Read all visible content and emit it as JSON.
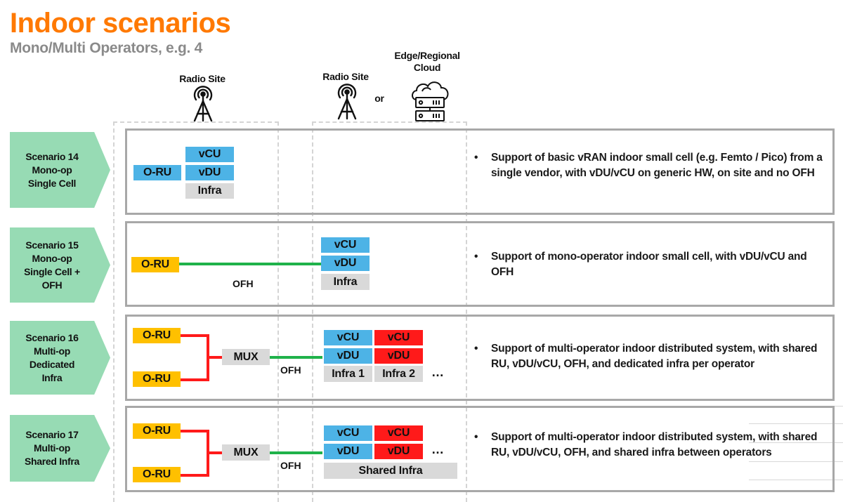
{
  "title": "Indoor scenarios",
  "subtitle": "Mono/Multi Operators, e.g. 4",
  "columns": {
    "radio_site_1": "Radio Site",
    "radio_site_2": "Radio Site",
    "or": "or",
    "edge_cloud": "Edge/Regional Cloud"
  },
  "icons": {
    "radio_tower": "radio-tower-icon",
    "cloud_server": "cloud-server-icon"
  },
  "colors": {
    "title": "#ff7900",
    "subtitle": "#8a8a8a",
    "scenario_tag": "#97dbb4",
    "operator_1": "#4db3e6",
    "operator_2": "#ff1a1a",
    "oru": "#ffc000",
    "infra": "#d9d9d9",
    "ofh_link": "#1fb24a",
    "ru_link": "#ff1a1a"
  },
  "scenarios": [
    {
      "tag_line1": "Scenario 14",
      "tag_line2": "Mono-op",
      "tag_line3": "Single Cell",
      "oru": "O-RU",
      "vcu": "vCU",
      "vdu": "vDU",
      "infra": "Infra",
      "description": "Support of basic vRAN indoor small cell (e.g. Femto / Pico) from a single vendor, with vDU/vCU on generic HW, on site and no OFH"
    },
    {
      "tag_line1": "Scenario 15",
      "tag_line2": "Mono-op",
      "tag_line3": "Single Cell +",
      "tag_line4": "OFH",
      "oru": "O-RU",
      "link_label": "OFH",
      "vcu": "vCU",
      "vdu": "vDU",
      "infra": "Infra",
      "description": "Support of mono-operator indoor small cell, with vDU/vCU and OFH"
    },
    {
      "tag_line1": "Scenario 16",
      "tag_line2": "Multi-op",
      "tag_line3": "Dedicated",
      "tag_line4": "Infra",
      "oru_top": "O-RU",
      "oru_bottom": "O-RU",
      "mux": "MUX",
      "link_label": "OFH",
      "vcu_1": "vCU",
      "vdu_1": "vDU",
      "vcu_2": "vCU",
      "vdu_2": "vDU",
      "infra_1": "Infra 1",
      "infra_2": "Infra 2",
      "more": "…",
      "description": "Support of multi-operator indoor distributed system, with shared RU, vDU/vCU, OFH, and dedicated infra per operator"
    },
    {
      "tag_line1": "Scenario 17",
      "tag_line2": "Multi-op",
      "tag_line3": "Shared Infra",
      "oru_top": "O-RU",
      "oru_bottom": "O-RU",
      "mux": "MUX",
      "link_label": "OFH",
      "vcu_1": "vCU",
      "vdu_1": "vDU",
      "vcu_2": "vCU",
      "vdu_2": "vDU",
      "shared_infra": "Shared Infra",
      "more": "…",
      "description": "Support of multi-operator indoor distributed system, with shared RU, vDU/vCU, OFH, and shared infra between operators"
    }
  ],
  "bullet": "•"
}
